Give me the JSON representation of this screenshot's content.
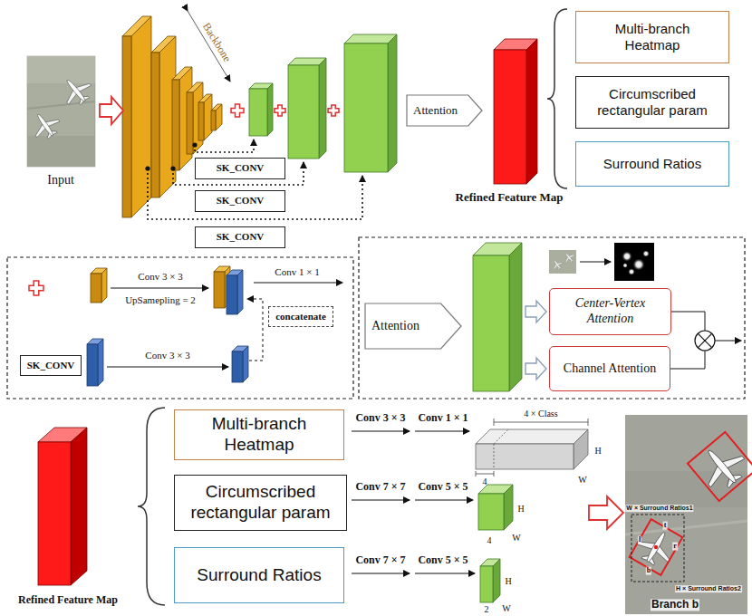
{
  "diagram": {
    "nodes": [
      {
        "text": [
          "SK_CONV"
        ]
      },
      {
        "text": [
          "SK_CONV"
        ]
      },
      {
        "text": [
          "SK_CONV"
        ]
      },
      {
        "text": [
          "Attention"
        ]
      },
      {
        "text": [
          "Multi-branch Heatmap"
        ]
      },
      {
        "text": [
          "Circumscribed rectangular param"
        ]
      },
      {
        "text": [
          "Surround Ratios"
        ]
      },
      {
        "text": [
          "concatenate"
        ]
      },
      {
        "text": [
          "SK_CONV"
        ]
      },
      {
        "text": [
          "Attention"
        ]
      },
      {
        "text": [
          "Center-Vertex Attention"
        ]
      },
      {
        "text": [
          "Channel Attention"
        ]
      },
      {
        "text": [
          "Multi-branch Heatmap"
        ]
      },
      {
        "text": [
          "Circumscribed rectangular param"
        ]
      },
      {
        "text": [
          "Surround Ratios"
        ]
      }
    ],
    "labels": [
      "Backbone",
      "Input",
      "Refined Feature Map",
      "Conv 3 × 3",
      "UpSamepling = 2",
      "Conv 1 × 1",
      "Conv 3 × 3",
      "Refined Feature Map",
      "Conv 3 × 3",
      "Conv 1 × 1",
      "4 × Class",
      "4",
      "H",
      "W",
      "Conv 7 × 7",
      "Conv 5 × 5",
      "H",
      "4",
      "W",
      "Conv 7 × 7",
      "Conv 5 × 5",
      "H",
      "2",
      "W",
      "W × Surround Ratios1",
      "l",
      "t",
      "r",
      "b",
      "H × Surround Ratios2",
      "Branch b"
    ]
  }
}
